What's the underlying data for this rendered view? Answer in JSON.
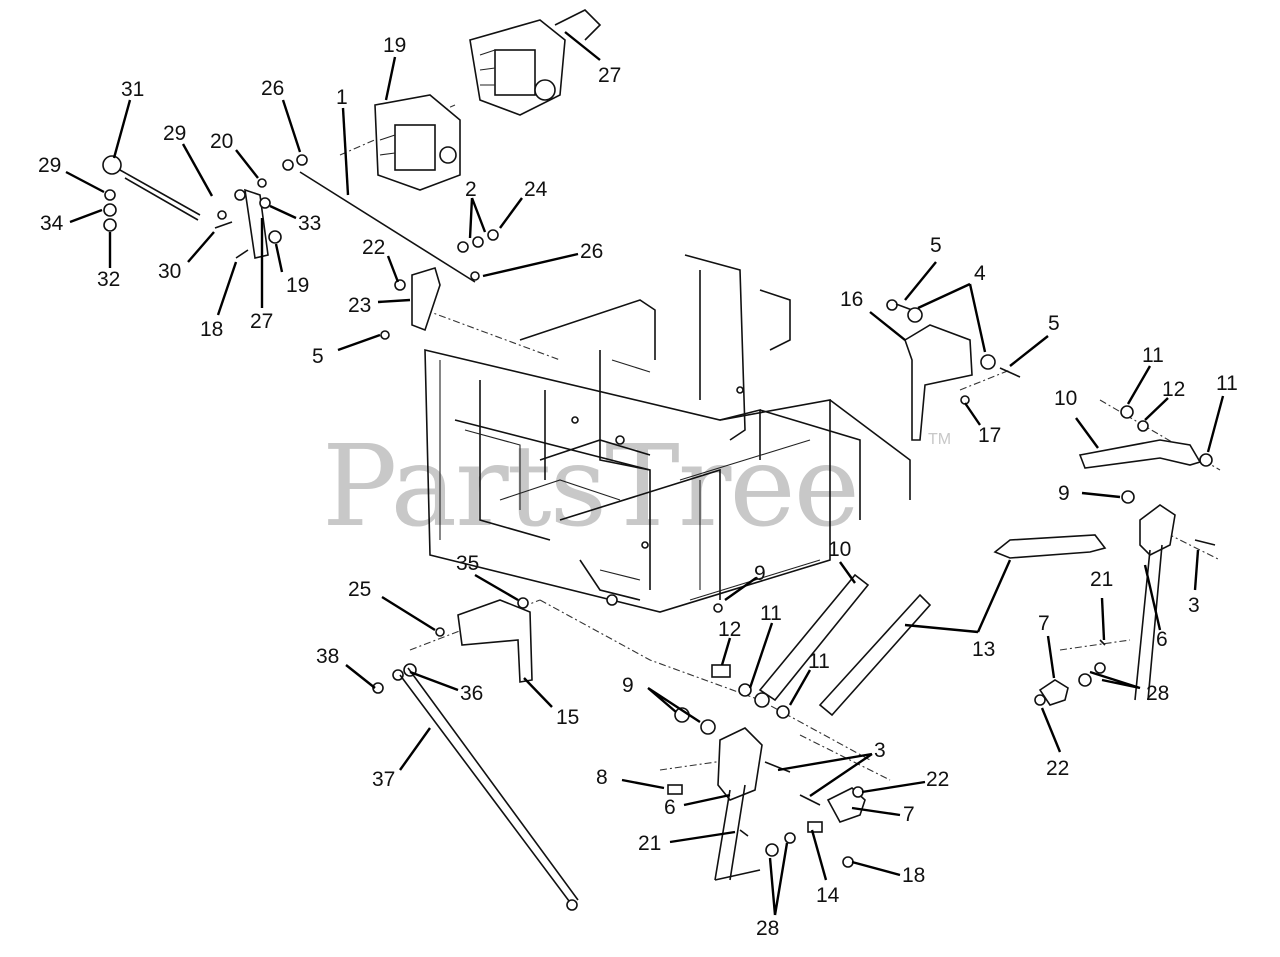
{
  "watermark": {
    "text": "PartsTree",
    "tm": "TM"
  },
  "callouts": [
    {
      "id": "c1",
      "text": "1"
    },
    {
      "id": "c2",
      "text": "2"
    },
    {
      "id": "c3",
      "text": "3"
    },
    {
      "id": "c4",
      "text": "4"
    },
    {
      "id": "c5",
      "text": "5"
    },
    {
      "id": "c6",
      "text": "6"
    },
    {
      "id": "c7",
      "text": "7"
    },
    {
      "id": "c8",
      "text": "8"
    },
    {
      "id": "c9",
      "text": "9"
    },
    {
      "id": "c10",
      "text": "10"
    },
    {
      "id": "c11",
      "text": "11"
    },
    {
      "id": "c12",
      "text": "12"
    },
    {
      "id": "c13",
      "text": "13"
    },
    {
      "id": "c14",
      "text": "14"
    },
    {
      "id": "c15",
      "text": "15"
    },
    {
      "id": "c16",
      "text": "16"
    },
    {
      "id": "c17",
      "text": "17"
    },
    {
      "id": "c18",
      "text": "18"
    },
    {
      "id": "c19",
      "text": "19"
    },
    {
      "id": "c20",
      "text": "20"
    },
    {
      "id": "c21",
      "text": "21"
    },
    {
      "id": "c22",
      "text": "22"
    },
    {
      "id": "c23",
      "text": "23"
    },
    {
      "id": "c24",
      "text": "24"
    },
    {
      "id": "c25",
      "text": "25"
    },
    {
      "id": "c26",
      "text": "26"
    },
    {
      "id": "c27",
      "text": "27"
    },
    {
      "id": "c28",
      "text": "28"
    },
    {
      "id": "c29",
      "text": "29"
    },
    {
      "id": "c30",
      "text": "30"
    },
    {
      "id": "c31",
      "text": "31"
    },
    {
      "id": "c32",
      "text": "32"
    },
    {
      "id": "c33",
      "text": "33"
    },
    {
      "id": "c34",
      "text": "34"
    },
    {
      "id": "c35",
      "text": "35"
    },
    {
      "id": "c36",
      "text": "36"
    },
    {
      "id": "c37",
      "text": "37"
    },
    {
      "id": "c38",
      "text": "38"
    }
  ]
}
